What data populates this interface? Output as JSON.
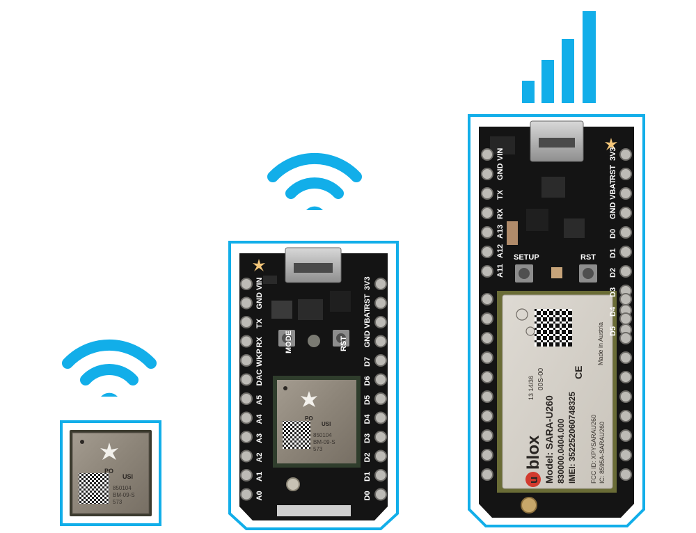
{
  "accent_color": "#12aee9",
  "icons": {
    "wifi_small": "wifi-icon",
    "wifi_medium": "wifi-icon",
    "cellular": "cellular-signal-icon"
  },
  "p0_module": {
    "brand_mark": "PO",
    "vendor": "USI",
    "line1": "850104",
    "line2": "BM-09-S",
    "line3": "573"
  },
  "photon_board": {
    "left_pins": [
      "VIN",
      "GND",
      "TX",
      "RX",
      "WKP",
      "DAC",
      "A5",
      "A4",
      "A3",
      "A2",
      "A1",
      "A0"
    ],
    "right_pins": [
      "3V3",
      "RST",
      "VBAT",
      "GND",
      "D7",
      "D6",
      "D5",
      "D4",
      "D3",
      "D2",
      "D1",
      "D0"
    ],
    "mode_button": "MODE",
    "reset_button": "RST"
  },
  "electron_board": {
    "left_pins": [
      "VIN",
      "GND",
      "TX",
      "RX",
      "A13",
      "A12",
      "A11"
    ],
    "right_pins": [
      "3V3",
      "RST",
      "VBAT",
      "GND",
      "D0",
      "D1",
      "D2",
      "D3",
      "D4",
      "D5"
    ],
    "setup_button": "SETUP",
    "reset_button": "RST",
    "module": {
      "brand": "blox",
      "brand_prefix": "u",
      "model": "Model:  SARA-U260",
      "part": "830000.0404.000",
      "imei": "IMEI:  352252060748325",
      "fcc": "FCC ID: XPYSARAU260",
      "ic": "IC: 8595A-SARAU260",
      "date": "13  14/36",
      "rev": "00S-00",
      "ce": "CE",
      "made": "Made in Austria"
    }
  }
}
